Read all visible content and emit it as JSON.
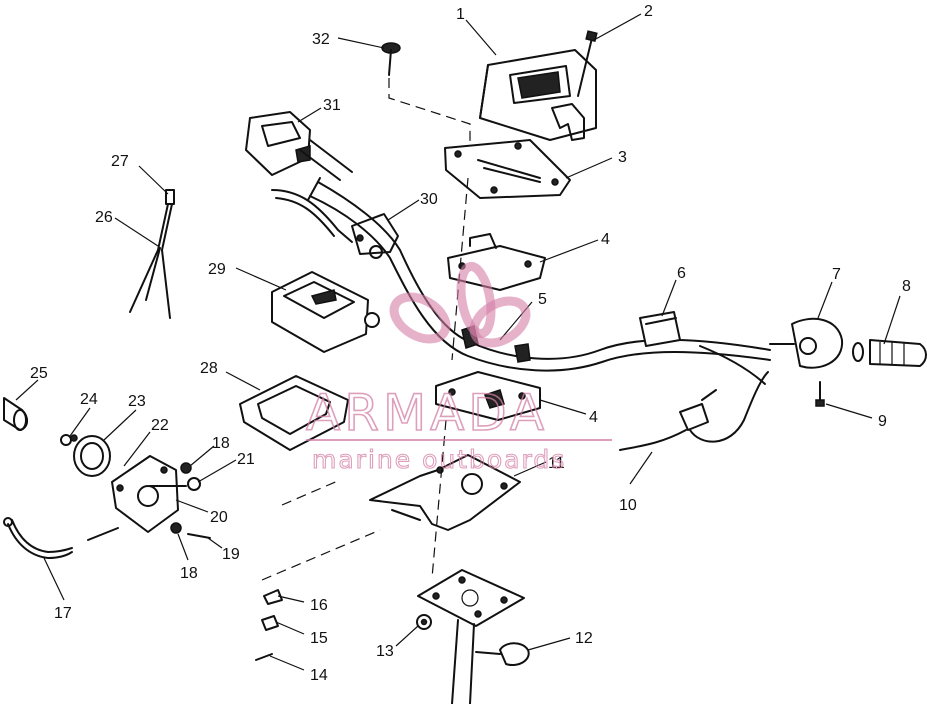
{
  "diagram": {
    "callouts": [
      "1",
      "2",
      "3",
      "4",
      "5",
      "6",
      "7",
      "8",
      "9",
      "10",
      "11",
      "12",
      "13",
      "14",
      "15",
      "16",
      "17",
      "18",
      "19",
      "20",
      "21",
      "22",
      "23",
      "24",
      "25",
      "26",
      "27",
      "28",
      "29",
      "30",
      "31",
      "32"
    ],
    "callout_4b": "4",
    "callout_18b": "18"
  },
  "watermark": {
    "brand": "ARMADA",
    "tagline": "marine outboards",
    "color": "#d37fa6"
  }
}
